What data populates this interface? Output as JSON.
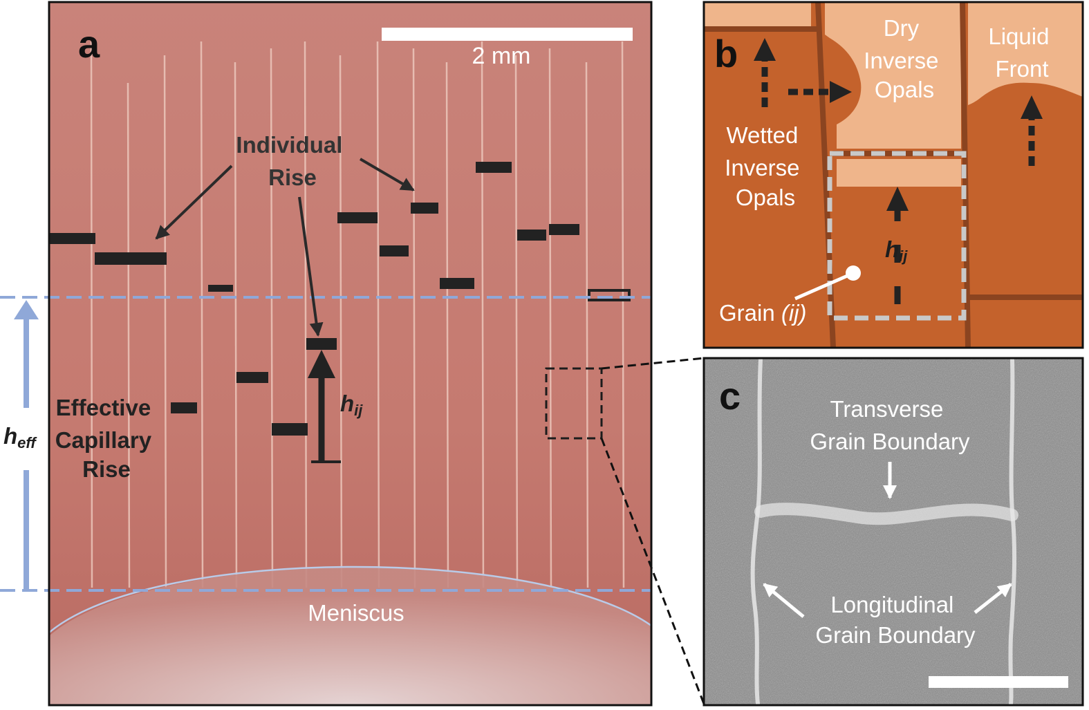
{
  "panel_a": {
    "panel_letter": "a",
    "scale_bar_label": "2 mm",
    "individual_rise_line1": "Individual",
    "individual_rise_line2": "Rise",
    "h_ij_main": "h",
    "h_ij_sub": "ij",
    "h_eff_main": "h",
    "h_eff_sub": "eff",
    "effective_line1": "Effective",
    "effective_line2": "Capillary",
    "effective_line3": "Rise",
    "meniscus_label": "Meniscus"
  },
  "panel_b": {
    "panel_letter": "b",
    "dry_line1": "Dry",
    "dry_line2": "Inverse",
    "dry_line3": "Opals",
    "liquid_line1": "Liquid",
    "liquid_line2": "Front",
    "wetted_line1": "Wetted",
    "wetted_line2": "Inverse",
    "wetted_line3": "Opals",
    "h_ij_main": "h",
    "h_ij_sub": "ij",
    "grain_text": "Grain ",
    "grain_index": "(ij)"
  },
  "panel_c": {
    "panel_letter": "c",
    "transverse_line1": "Transverse",
    "transverse_line2": "Grain Boundary",
    "longitudinal_line1": "Longitudinal",
    "longitudinal_line2": "Grain Boundary"
  },
  "colors": {
    "photo_bg": "#c77a70",
    "dashed_reference": "#8fa8d8",
    "marker": "#222222",
    "wet_region": "#c4622c",
    "dry_region": "#efb58b",
    "grain_boundary_b": "#8b4420",
    "grain_box": "#c9c9c9",
    "sem_bg": "#8a8a8a"
  }
}
